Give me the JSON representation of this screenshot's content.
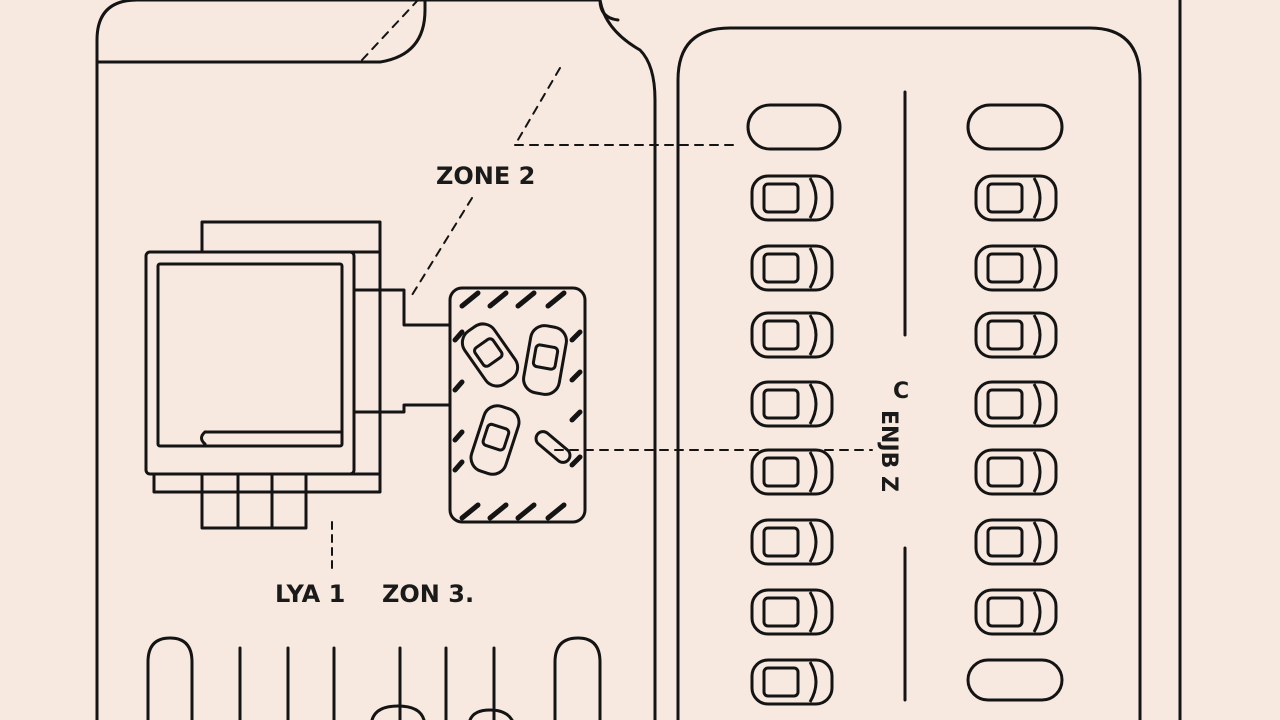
{
  "colors": {
    "background": "#f7e9df",
    "ink": "#141414"
  },
  "labels": {
    "zone_top": "ZONE 2",
    "bottom_left": "LYA 1",
    "bottom_mid": "ZON 3.",
    "vertical_top": "C",
    "vertical_rotated": "ENJB Z"
  },
  "icons": {
    "parked_car": "car-icon",
    "loading_car": "car-topview-icon",
    "building": "building-icon"
  }
}
